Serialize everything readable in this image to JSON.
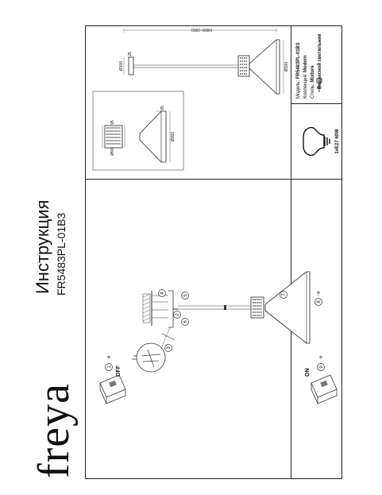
{
  "brand": {
    "name": "freya"
  },
  "title": {
    "main": "Инструкция",
    "model": "FR5483PL-01B3"
  },
  "steps": {
    "off": "OFF",
    "on": "ON",
    "n1": "1",
    "n2": "2",
    "n3": "3",
    "n4": "4",
    "n5": "5",
    "n6": "6",
    "n7": "7",
    "n8": "8",
    "n9": "9"
  },
  "drawing": {
    "height_range": "H950~1950",
    "canopy_diameter": "Ø100",
    "canopy_height": "25",
    "shade_diameter": "Ø300",
    "shade_height": "95",
    "crystal_diameter": "Ø90",
    "crystal_height": "95",
    "inset_shade_diameter": "Ø300"
  },
  "bulb": {
    "spec": "1xE27 60W"
  },
  "specs": {
    "model_label": "Модель:",
    "model_value": "FR5483PL-01B3",
    "collection_label": "Коллекция:",
    "collection_value": "Modern",
    "style_label": "Стиль:",
    "style_value": "Mixture",
    "type_value": "Подвесной светильник"
  }
}
